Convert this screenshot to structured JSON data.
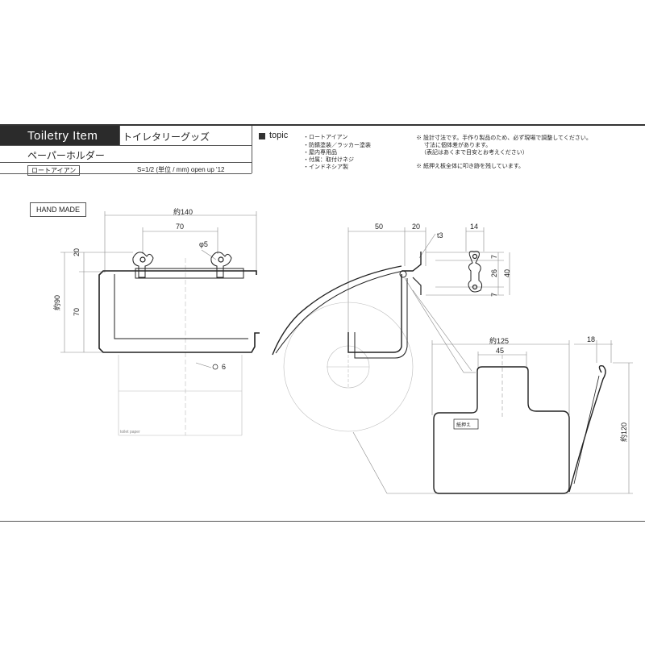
{
  "header": {
    "category_en": "Toiletry Item",
    "category_jp": "トイレタリーグッズ",
    "product_name": "ペーパーホルダー",
    "series_label": "ロートアイアン",
    "scale_note": "S=1/2 (単位 / mm)   open up '12"
  },
  "topic": {
    "heading": "topic",
    "items": [
      "・ロートアイアン",
      "・防錆塗装／ラッカー塗装",
      "・屋内専用品",
      "・付属：取付けネジ",
      "・インドネシア製"
    ]
  },
  "notes": {
    "note1_line1": "※ 設計寸法です。手作り製品のため、必ず現場で調整してください。",
    "note1_line2": "寸法に個体差があります。",
    "note1_line3": "（表記はあくまで目安とお考えください）",
    "note2": "※ 紙押え板全体に叩き跡を残しています。"
  },
  "badge": {
    "hand_made": "HAND MADE"
  },
  "front_view": {
    "width_total": "約140",
    "bracket_spacing": "70",
    "hole_dia": "φ5",
    "top_offset": "20",
    "height_total": "約90",
    "bar_height": "70",
    "bar_dia": "6",
    "paper_label": "toilet paper"
  },
  "side_view": {
    "dim_depth": "50",
    "dim_arm": "20",
    "thickness": "t3",
    "plate_width": "14",
    "dim_7a": "7",
    "dim_26": "26",
    "dim_40": "40",
    "dim_7b": "7"
  },
  "flap_view": {
    "width": "約125",
    "neck_width": "45",
    "depth": "18",
    "height": "約120",
    "stamp": "紙押え"
  },
  "colors": {
    "ink": "#222222",
    "header_bg": "#2b2b2b",
    "dim_line": "#888888"
  }
}
